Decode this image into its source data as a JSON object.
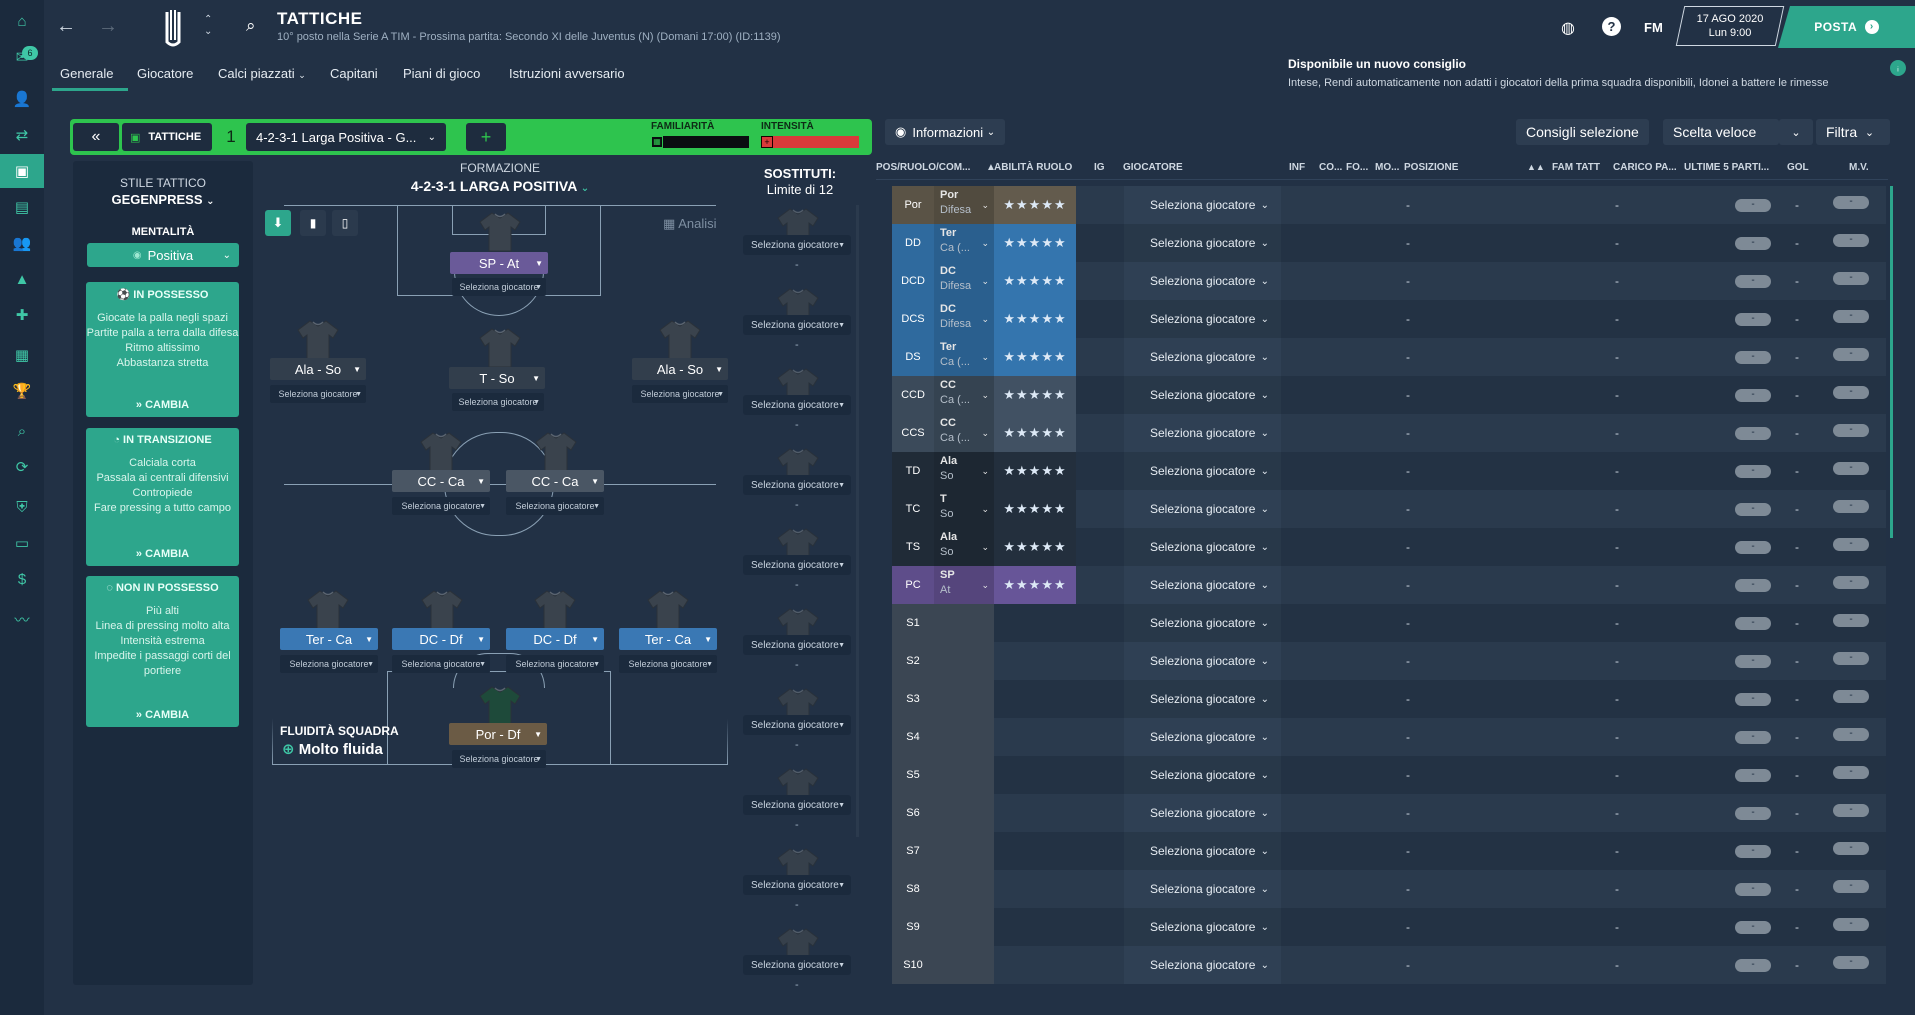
{
  "header": {
    "title": "TATTICHE",
    "subtitle": "10° posto nella Serie A TIM - Prossima partita: Secondo XI delle Juventus (N) (Domani 17:00) (ID:1139)",
    "date": "17 AGO 2020",
    "time": "Lun 9:00",
    "fm": "FM",
    "posta": "POSTA",
    "badge_count": "6"
  },
  "tabs": [
    "Generale",
    "Giocatore",
    "Calci piazzati",
    "Capitani",
    "Piani di gioco",
    "Istruzioni avversario"
  ],
  "notification": {
    "title": "Disponibile un nuovo consiglio",
    "text": "Intese, Rendi automaticamente non adatti i giocatori della prima squadra disponibili, Idonei a battere le rimesse"
  },
  "tactic_bar": {
    "label": "TATTICHE",
    "slot": "1",
    "name": "4-2-3-1 Larga Positiva - G...",
    "familiarity_label": "FAMILIARITÀ",
    "intensity_label": "INTENSITÀ"
  },
  "left_panel": {
    "style_label": "STILE TATTICO",
    "style_value": "GEGENPRESS",
    "mentality_label": "MENTALITÀ",
    "mentality_value": "Positiva",
    "in_possession": {
      "title": "IN POSSESSO",
      "lines": [
        "Giocate la palla negli spazi",
        "Partite palla a terra dalla difesa",
        "Ritmo altissimo",
        "Abbastanza stretta"
      ],
      "action": "CAMBIA"
    },
    "transition": {
      "title": "IN TRANSIZIONE",
      "lines": [
        "Calciala corta",
        "Passala ai centrali difensivi",
        "Contropiede",
        "Fare pressing a tutto campo"
      ],
      "action": "CAMBIA"
    },
    "out_possession": {
      "title": "NON IN POSSESSO",
      "lines": [
        "Più alti",
        "Linea di pressing molto alta",
        "Intensità estrema",
        "Impedite i passaggi corti del portiere"
      ],
      "action": "CAMBIA"
    }
  },
  "formation": {
    "label": "FORMAZIONE",
    "name": "4-2-3-1 LARGA POSITIVA",
    "analysis": "Analisi",
    "fluidity_label": "FLUIDITÀ SQUADRA",
    "fluidity_value": "Molto fluida",
    "select_text": "Seleziona giocatore",
    "roles": {
      "sp": "SP - At",
      "ala_left": "Ala - So",
      "t": "T - So",
      "ala_right": "Ala - So",
      "cc_left": "CC - Ca",
      "cc_right": "CC - Ca",
      "ter_left": "Ter - Ca",
      "dc_left": "DC - Df",
      "dc_right": "DC - Df",
      "ter_right": "Ter - Ca",
      "por": "Por - Df"
    }
  },
  "subs": {
    "label": "SOSTITUTI:",
    "limit": "Limite di 12",
    "select_text": "Seleziona giocatore",
    "dash": "-"
  },
  "toolbar": {
    "info": "Informazioni",
    "consigli": "Consigli selezione",
    "scelta": "Scelta veloce",
    "filtra": "Filtra"
  },
  "table": {
    "headers": [
      "POS/RUOLO/COM...",
      "ABILITÀ RUOLO",
      "IG",
      "GIOCATORE",
      "INF",
      "CO...",
      "FO...",
      "MO...",
      "POSIZIONE",
      "FAM TATT",
      "CARICO PA...",
      "ULTIME 5 PARTI...",
      "GOL",
      "M.V."
    ],
    "select_text": "Seleziona giocatore",
    "dash": "-",
    "stars": "★★★★★",
    "rows": [
      {
        "pos": "Por",
        "role": "Por",
        "duty": "Difesa",
        "color": "#5a5346"
      },
      {
        "pos": "DD",
        "role": "Ter",
        "duty": "Ca (...",
        "color": "#2f6a9e"
      },
      {
        "pos": "DCD",
        "role": "DC",
        "duty": "Difesa",
        "color": "#2f6a9e"
      },
      {
        "pos": "DCS",
        "role": "DC",
        "duty": "Difesa",
        "color": "#2f6a9e"
      },
      {
        "pos": "DS",
        "role": "Ter",
        "duty": "Ca (...",
        "color": "#2f6a9e"
      },
      {
        "pos": "CCD",
        "role": "CC",
        "duty": "Ca (...",
        "color": "#3b4a5a"
      },
      {
        "pos": "CCS",
        "role": "CC",
        "duty": "Ca (...",
        "color": "#3b4a5a"
      },
      {
        "pos": "TD",
        "role": "Ala",
        "duty": "So",
        "color": "#202b37"
      },
      {
        "pos": "TC",
        "role": "T",
        "duty": "So",
        "color": "#202b37"
      },
      {
        "pos": "TS",
        "role": "Ala",
        "duty": "So",
        "color": "#202b37"
      },
      {
        "pos": "PC",
        "role": "SP",
        "duty": "At",
        "color": "#5e4d8a"
      },
      {
        "pos": "S1"
      },
      {
        "pos": "S2"
      },
      {
        "pos": "S3"
      },
      {
        "pos": "S4"
      },
      {
        "pos": "S5"
      },
      {
        "pos": "S6"
      },
      {
        "pos": "S7"
      },
      {
        "pos": "S8"
      },
      {
        "pos": "S9"
      },
      {
        "pos": "S10"
      }
    ]
  }
}
